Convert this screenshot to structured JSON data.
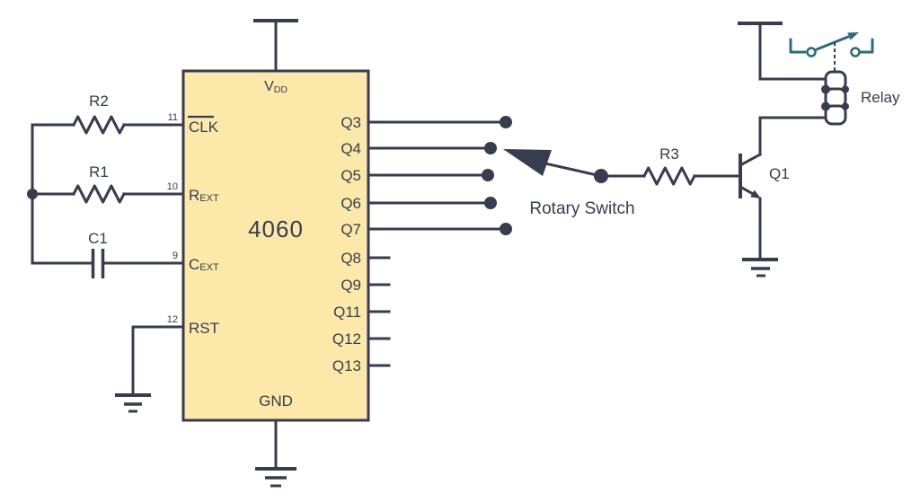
{
  "colors": {
    "wire": "#373c4f",
    "ic_fill": "#fce9a9",
    "switch_accent": "#2d6b7c"
  },
  "ic": {
    "name": "4060",
    "power_pin": {
      "main": "V",
      "sub": "DD"
    },
    "ground_pin": "GND",
    "left_pins": [
      {
        "number": "11",
        "label": "CLK",
        "sub": ""
      },
      {
        "number": "10",
        "label": "R",
        "sub": "EXT"
      },
      {
        "number": "9",
        "label": "C",
        "sub": "EXT"
      },
      {
        "number": "12",
        "label": "RST",
        "sub": ""
      }
    ],
    "right_pins": [
      "Q3",
      "Q4",
      "Q5",
      "Q6",
      "Q7",
      "Q8",
      "Q9",
      "Q11",
      "Q12",
      "Q13"
    ]
  },
  "labels": {
    "r1": "R1",
    "r2": "R2",
    "r3": "R3",
    "c1": "C1",
    "q1": "Q1",
    "rotary_switch": "Rotary Switch",
    "relay": "Relay"
  }
}
